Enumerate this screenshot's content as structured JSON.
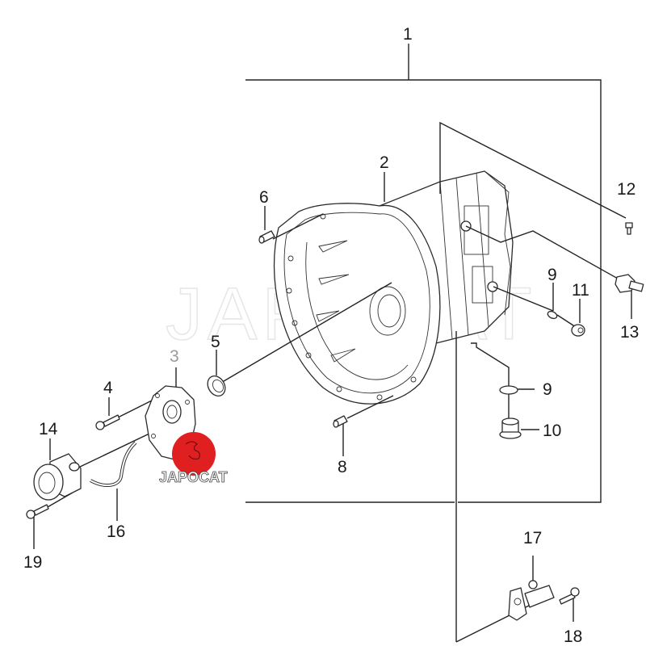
{
  "diagram": {
    "title": "Transmission case / clutch release exploded parts diagram",
    "watermark": "JAPOCAT",
    "logo": {
      "text": "JAPOCAT",
      "color": "#e02020"
    },
    "callouts": [
      {
        "id": "1",
        "label": "1",
        "part": "transmission-case-assembly"
      },
      {
        "id": "2",
        "label": "2",
        "part": "clutch-housing"
      },
      {
        "id": "3",
        "label": "3",
        "part": "front-bearing-retainer"
      },
      {
        "id": "4",
        "label": "4",
        "part": "bolt"
      },
      {
        "id": "5",
        "label": "5",
        "part": "oil-seal"
      },
      {
        "id": "6",
        "label": "6",
        "part": "dowel-pin"
      },
      {
        "id": "8",
        "label": "8",
        "part": "dowel-pin"
      },
      {
        "id": "9a",
        "label": "9",
        "part": "o-ring"
      },
      {
        "id": "9b",
        "label": "9",
        "part": "o-ring"
      },
      {
        "id": "10",
        "label": "10",
        "part": "drain-plug"
      },
      {
        "id": "11",
        "label": "11",
        "part": "plug"
      },
      {
        "id": "12",
        "label": "12",
        "part": "breather"
      },
      {
        "id": "13",
        "label": "13",
        "part": "switch"
      },
      {
        "id": "14",
        "label": "14",
        "part": "release-cylinder"
      },
      {
        "id": "16",
        "label": "16",
        "part": "clutch-pipe"
      },
      {
        "id": "17",
        "label": "17",
        "part": "bleeder-screw"
      },
      {
        "id": "18",
        "label": "18",
        "part": "bolt"
      },
      {
        "id": "19",
        "label": "19",
        "part": "bolt"
      }
    ]
  }
}
